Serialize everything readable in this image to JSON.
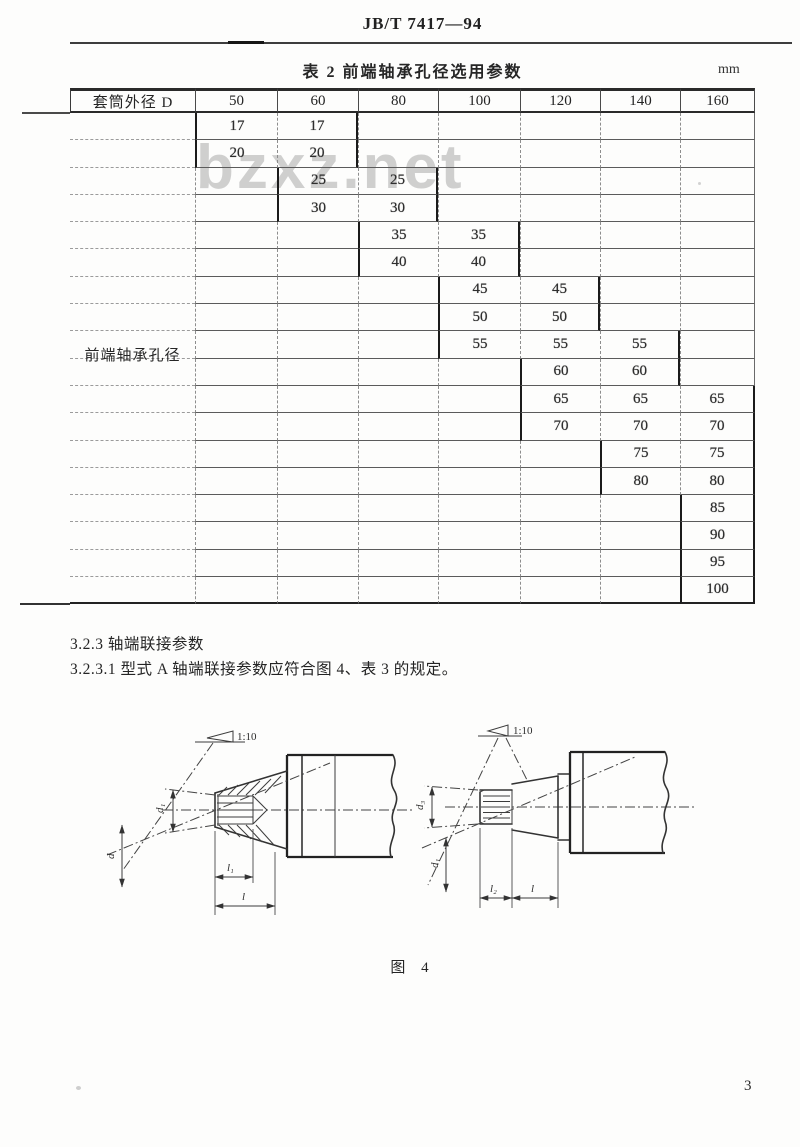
{
  "page": {
    "header": "JB/T 7417—94",
    "page_number": "3",
    "watermark": "bzxz.net"
  },
  "table": {
    "title": "表 2  前端轴承孔径选用参数",
    "unit": "mm",
    "corner_label": "套筒外径 D",
    "row_label": "前端轴承孔径",
    "columns": [
      "50",
      "60",
      "80",
      "100",
      "120",
      "140",
      "160"
    ],
    "rows": [
      {
        "value": "17",
        "cols": [
          0,
          1
        ]
      },
      {
        "value": "20",
        "cols": [
          0,
          1
        ]
      },
      {
        "value": "25",
        "cols": [
          1,
          2
        ]
      },
      {
        "value": "30",
        "cols": [
          1,
          2
        ]
      },
      {
        "value": "35",
        "cols": [
          2,
          3
        ]
      },
      {
        "value": "40",
        "cols": [
          2,
          3
        ]
      },
      {
        "value": "45",
        "cols": [
          3,
          4
        ]
      },
      {
        "value": "50",
        "cols": [
          3,
          4
        ]
      },
      {
        "value": "55",
        "cols": [
          3,
          4,
          5
        ]
      },
      {
        "value": "60",
        "cols": [
          4,
          5
        ]
      },
      {
        "value": "65",
        "cols": [
          4,
          5,
          6
        ]
      },
      {
        "value": "70",
        "cols": [
          4,
          5,
          6
        ]
      },
      {
        "value": "75",
        "cols": [
          5,
          6
        ]
      },
      {
        "value": "80",
        "cols": [
          5,
          6
        ]
      },
      {
        "value": "85",
        "cols": [
          6
        ]
      },
      {
        "value": "90",
        "cols": [
          6
        ]
      },
      {
        "value": "95",
        "cols": [
          6
        ]
      },
      {
        "value": "100",
        "cols": [
          6
        ]
      }
    ]
  },
  "sections": {
    "item_323": "3.2.3  轴端联接参数",
    "item_3231": "3.2.3.1  型式 A 轴端联接参数应符合图 4、表 3 的规定。"
  },
  "figure": {
    "caption": "图 4",
    "left": {
      "taper": "1:10",
      "d_upper": "d₁",
      "d_lower": "d",
      "l_inner": "l₁",
      "l_outer": "l"
    },
    "right": {
      "taper": "1:10",
      "d_upper": "d₃",
      "d_lower": "d₁",
      "l_inner": "l₂",
      "l_outer": "l"
    }
  }
}
